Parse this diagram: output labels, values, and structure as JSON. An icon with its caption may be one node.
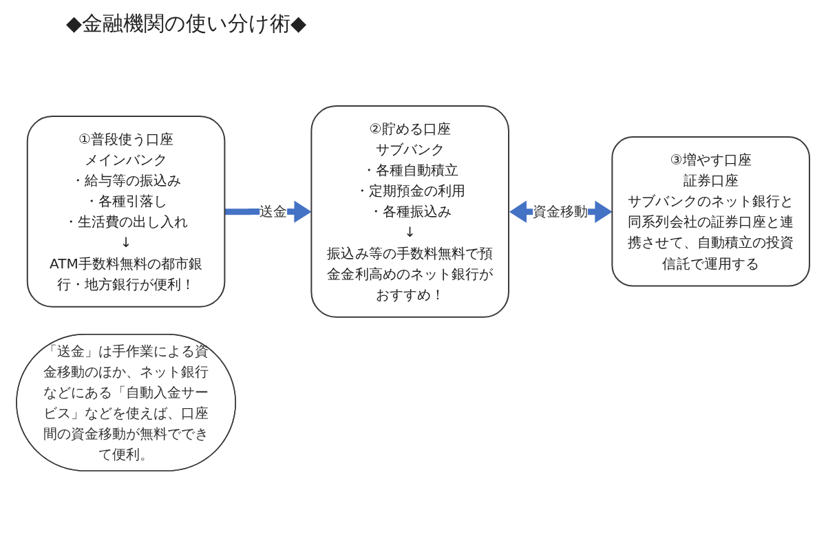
{
  "diagram": {
    "title": "◆金融機関の使い分け術◆",
    "nodes": [
      {
        "text": [
          "①普段使う口座",
          "メインバンク",
          "・給与等の振込み",
          "・各種引落し",
          "・生活費の出し入れ",
          "↓",
          "ATM手数料無料の都市銀行・地方銀行が便利！"
        ]
      },
      {
        "text": [
          "②貯める口座",
          "サブバンク",
          "・各種自動積立",
          "・定期預金の利用",
          "・各種振込み",
          "↓",
          "振込み等の手数料無料で預金金利高めのネット銀行がおすすめ！"
        ]
      },
      {
        "text": [
          "③増やす口座",
          "証券口座",
          "サブバンクのネット銀行と同系列会社の証券口座と連携させて、自動積立の投資信託で運用する"
        ]
      },
      {
        "text": [
          "「送金」は手作業による資金移動のほか、ネット銀行などにある「自動入金サービス」などを使えば、口座間の資金移動が無料でできて便利。"
        ]
      }
    ],
    "edges": [
      {
        "from": 0,
        "to": 1,
        "arrow": "to",
        "label": "送金",
        "color": "#4472c4"
      },
      {
        "from": 1,
        "to": 2,
        "arrow": "both",
        "label": "資金移動",
        "color": "#4472c4"
      }
    ]
  }
}
